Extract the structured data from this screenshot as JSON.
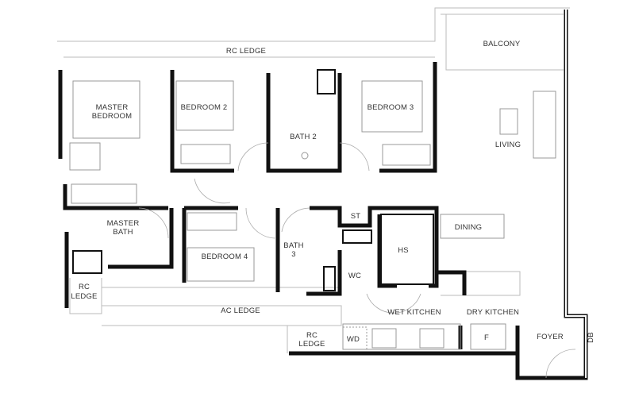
{
  "floor_plan": {
    "rooms": {
      "rc_ledge_top": "RC LEDGE",
      "balcony": "BALCONY",
      "master_bedroom_1": "MASTER",
      "master_bedroom_2": "BEDROOM",
      "bedroom_2": "BEDROOM 2",
      "bath_2": "BATH 2",
      "bedroom_3": "BEDROOM 3",
      "living": "LIVING",
      "master_bath_1": "MASTER",
      "master_bath_2": "BATH",
      "bedroom_4": "BEDROOM 4",
      "bath_3_1": "BATH",
      "bath_3_2": "3",
      "st": "ST",
      "hs": "HS",
      "dining": "DINING",
      "wc": "WC",
      "rc_ledge_left_1": "RC",
      "rc_ledge_left_2": "LEDGE",
      "ac_ledge": "AC LEDGE",
      "rc_ledge_bottom_1": "RC",
      "rc_ledge_bottom_2": "LEDGE",
      "wd": "WD",
      "wet_kitchen": "WET KITCHEN",
      "dry_kitchen": "DRY KITCHEN",
      "fridge": "F",
      "foyer": "FOYER",
      "db": "DB"
    }
  }
}
